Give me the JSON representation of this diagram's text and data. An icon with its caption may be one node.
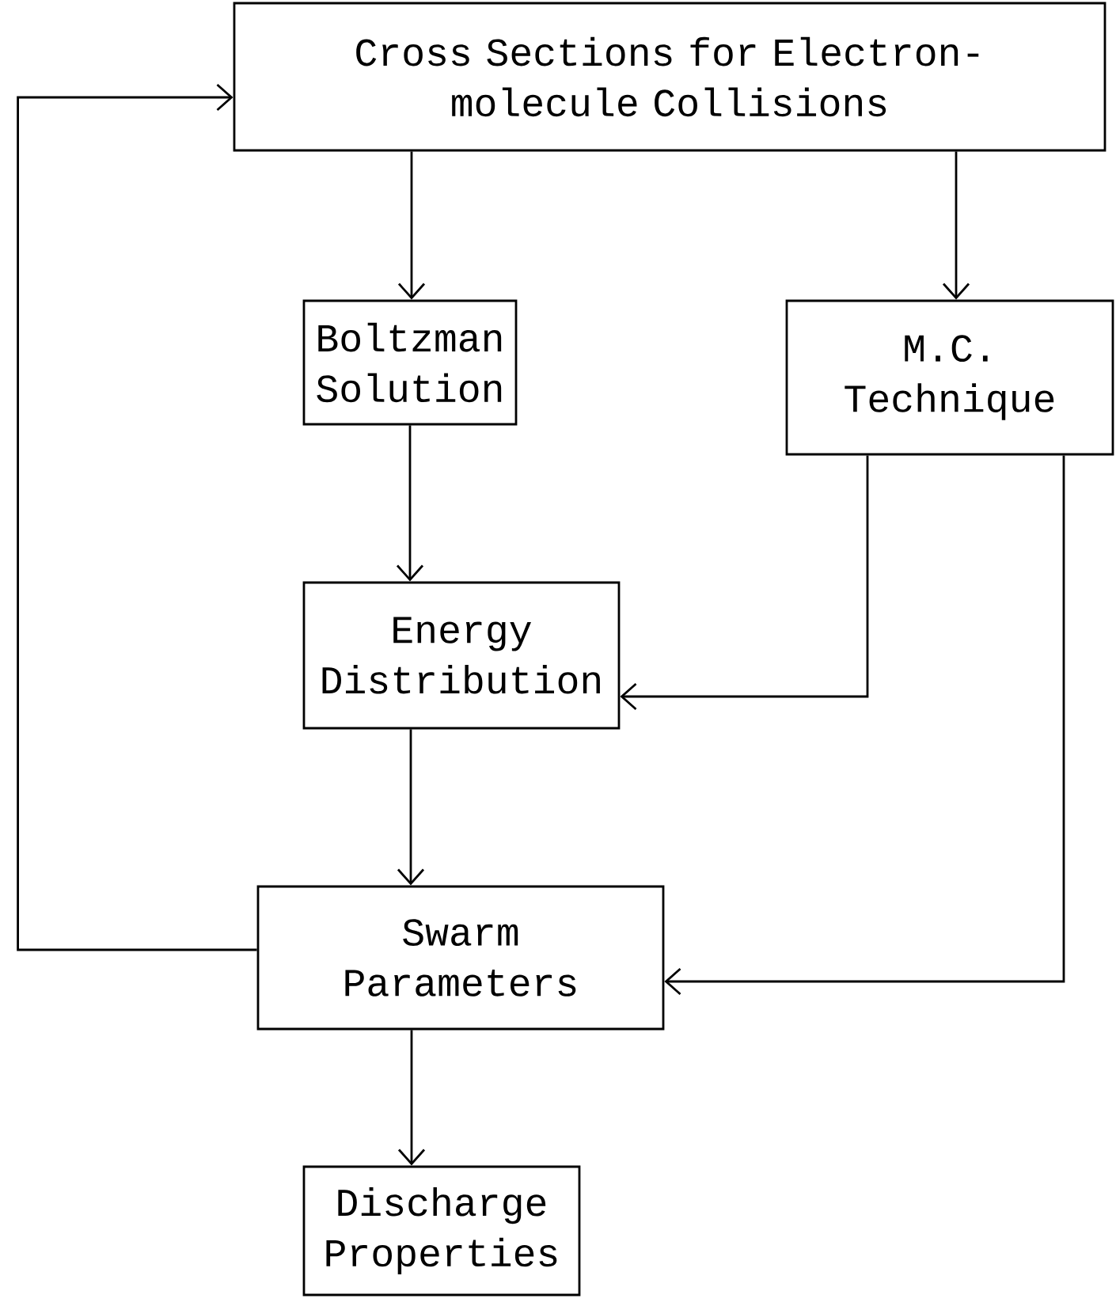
{
  "diagram": {
    "nodes": [
      {
        "text": [
          "Cross Sections for Electron-molecule Collisions"
        ]
      },
      {
        "text": [
          "Boltzman Solution"
        ]
      },
      {
        "text": [
          "M.C. Technique"
        ]
      },
      {
        "text": [
          "Energy Distribution"
        ]
      },
      {
        "text": [
          "Swarm Parameters"
        ]
      },
      {
        "text": [
          "Discharge Properties"
        ]
      }
    ],
    "edges": [
      {
        "from": 0,
        "to": 1,
        "arrow": "to"
      },
      {
        "from": 0,
        "to": 2,
        "arrow": "to"
      },
      {
        "from": 1,
        "to": 3,
        "arrow": "to"
      },
      {
        "from": 2,
        "to": 3,
        "arrow": "to"
      },
      {
        "from": 2,
        "to": 4,
        "arrow": "to"
      },
      {
        "from": 3,
        "to": 4,
        "arrow": "to"
      },
      {
        "from": 4,
        "to": 0,
        "arrow": "to"
      },
      {
        "from": 4,
        "to": 5,
        "arrow": "to"
      }
    ]
  }
}
